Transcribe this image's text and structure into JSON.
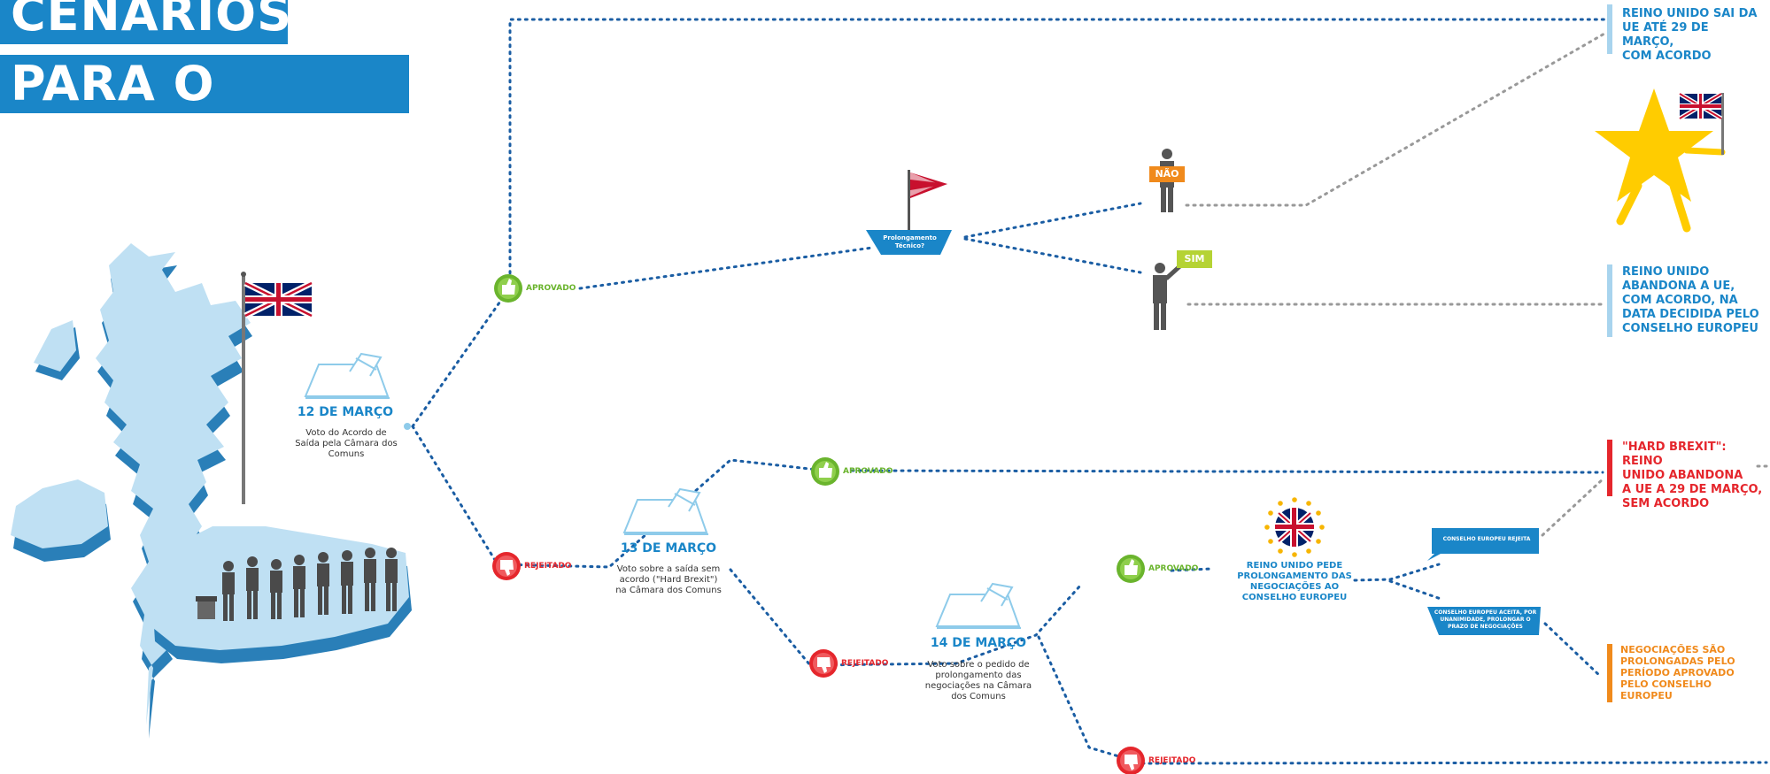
{
  "title": {
    "line1": "CENÁRIOS",
    "line2": "PARA O BREXIT"
  },
  "votes": {
    "v12": {
      "date": "12 DE MARÇO",
      "desc": "Voto do Acordo de Saída pela Câmara dos Comuns"
    },
    "v13": {
      "date": "13 DE MARÇO",
      "desc": "Voto sobre a saída sem acordo (\"Hard Brexit\") na Câmara dos Comuns"
    },
    "v14": {
      "date": "14 DE MARÇO",
      "desc": "Voto sobre o pedido de prolongamento das negociações na Câmara dos Comuns"
    }
  },
  "tags": {
    "approved": "APROVADO",
    "rejected": "REJEITADO"
  },
  "boat": {
    "label1": "Prolongamento",
    "label2": "Técnico?"
  },
  "signs": {
    "no": "NÃO",
    "yes": "SIM"
  },
  "uk_request": {
    "l1": "REINO UNIDO PEDE",
    "l2": "PROLONGAMENTO DAS",
    "l3": "NEGOCIAÇÕES AO",
    "l4": "CONSELHO EUROPEU"
  },
  "eu_reject": "CONSELHO EUROPEU REJEITA",
  "eu_accept": {
    "l1": "CONSELHO EUROPEU ACEITA, POR",
    "l2": "UNANIMIDADE, PROLONGAR O",
    "l3": "PRAZO DE NEGOCIAÇÕES"
  },
  "results": {
    "r1": {
      "l1": "REINO UNIDO SAI DA",
      "l2": "UE ATÉ 29 DE MARÇO,",
      "l3": "COM ACORDO"
    },
    "r2": {
      "l1": "REINO UNIDO",
      "l2": "ABANDONA A UE,",
      "l3": "COM ACORDO, NA",
      "l4": "DATA DECIDIDA PELO",
      "l5": "CONSELHO EUROPEU"
    },
    "r3": {
      "l1": "\"HARD BREXIT\": REINO",
      "l2": "UNIDO ABANDONA",
      "l3": "A UE A 29 DE MARÇO,",
      "l4": "SEM ACORDO"
    },
    "r4": {
      "l1": "NEGOCIAÇÕES SÃO",
      "l2": "PROLONGADAS PELO",
      "l3": "PERÍODO APROVADO",
      "l4": "PELO CONSELHO",
      "l5": "EUROPEU"
    }
  },
  "colors": {
    "blue": "#1a86c8",
    "green": "#6ab42d",
    "red": "#e5262c",
    "orange": "#f08a1c",
    "lightblue": "#a8d4ee",
    "map": "#bfe0f3",
    "mapside": "#2a7fb8",
    "star": "#ffcc00"
  }
}
